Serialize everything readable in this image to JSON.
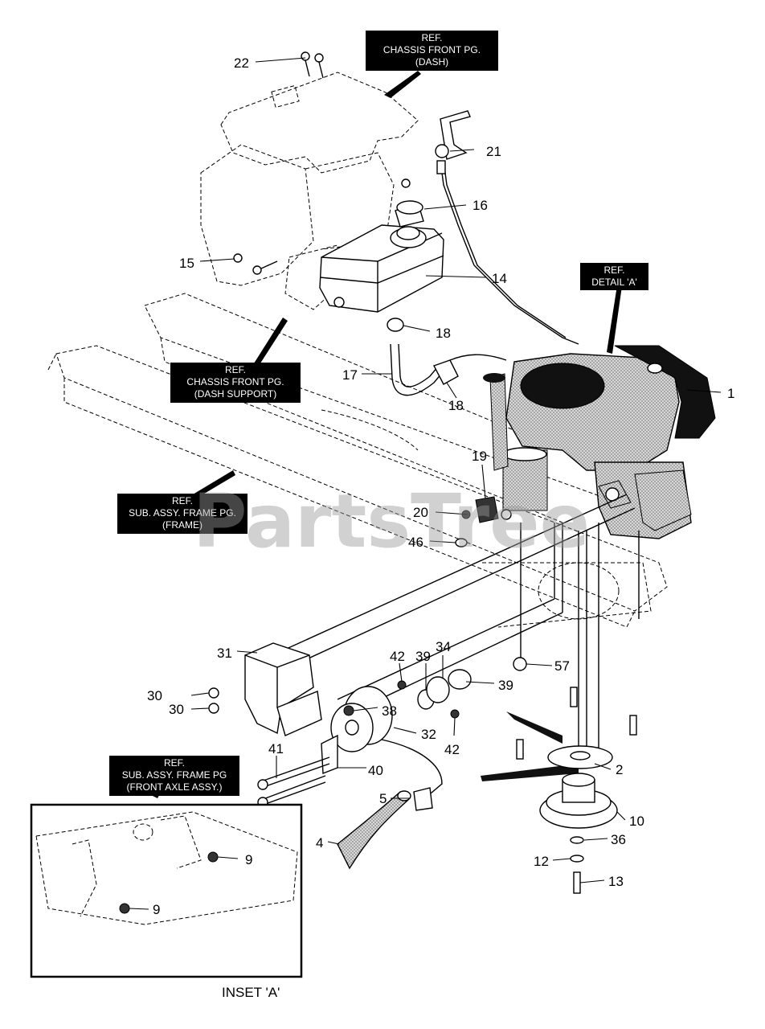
{
  "part_numbers": {
    "p1": "1",
    "p2": "2",
    "p4": "4",
    "p5": "5",
    "p9a": "9",
    "p9b": "9",
    "p10": "10",
    "p12": "12",
    "p13": "13",
    "p14": "14",
    "p15": "15",
    "p16": "16",
    "p17": "17",
    "p18a": "18",
    "p18b": "18",
    "p19": "19",
    "p20": "20",
    "p21": "21",
    "p22": "22",
    "p30a": "30",
    "p30b": "30",
    "p31": "31",
    "p32": "32",
    "p34": "34",
    "p36": "36",
    "p38": "38",
    "p39a": "39",
    "p39b": "39",
    "p40": "40",
    "p41": "41",
    "p42a": "42",
    "p42b": "42",
    "p46": "46",
    "p57": "57"
  },
  "ref_boxes": {
    "dash": [
      "REF.",
      "CHASSIS FRONT PG.",
      "(DASH)"
    ],
    "detail": [
      "REF.",
      "DETAIL 'A'"
    ],
    "dash_support": [
      "REF.",
      "CHASSIS FRONT PG.",
      "(DASH SUPPORT)"
    ],
    "frame": [
      "REF.",
      "SUB. ASSY. FRAME PG.",
      "(FRAME)"
    ],
    "front_axle": [
      "REF.",
      "SUB. ASSY. FRAME PG",
      "(FRONT AXLE ASSY.)"
    ]
  },
  "inset_caption": "INSET 'A'",
  "watermark": "PartsTree",
  "colors": {
    "ref_box_bg": "#000000",
    "ref_box_text": "#ffffff",
    "engine_shade": "#bdbdbd",
    "watermark": "#9a9a9a"
  }
}
